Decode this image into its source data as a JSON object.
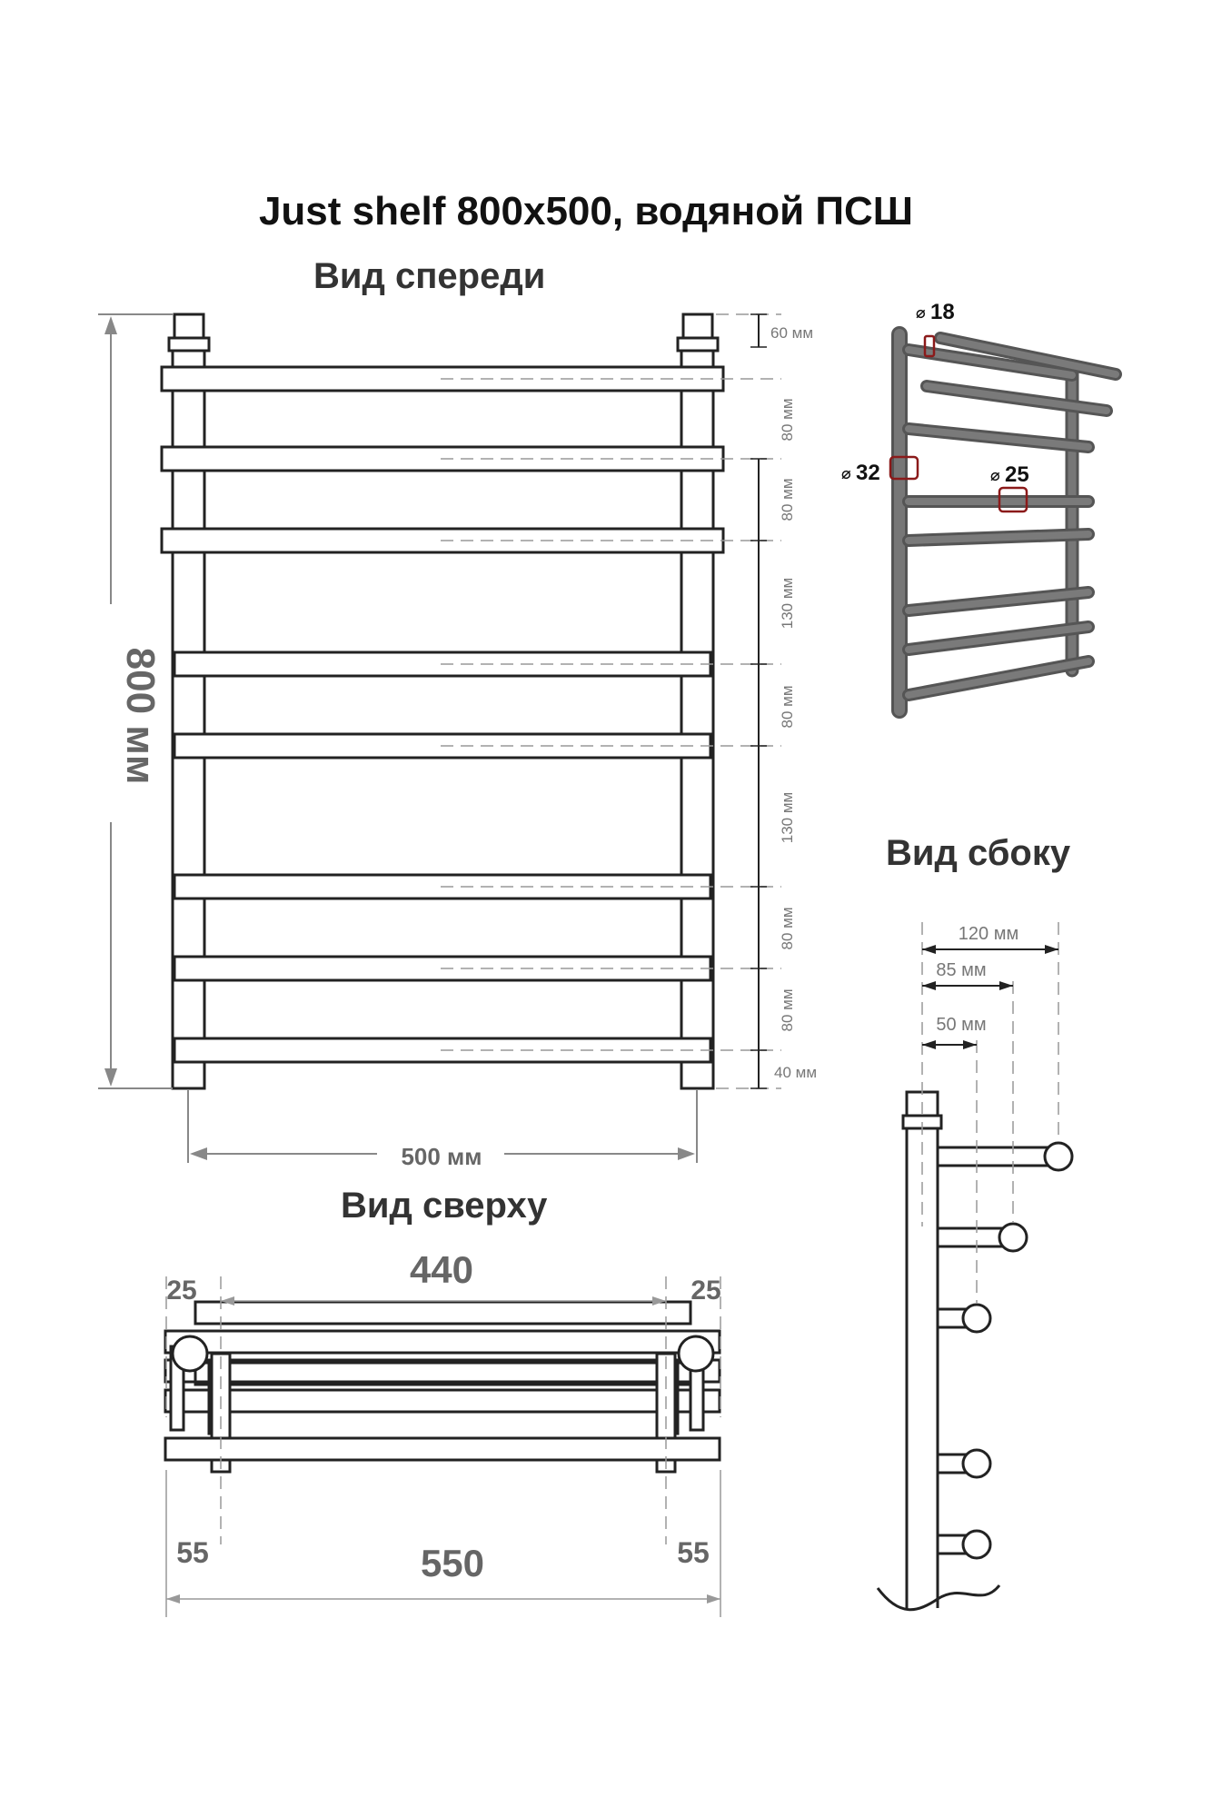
{
  "title": "Just shelf 800x500, водяной ПСШ",
  "views": {
    "front": "Вид спереди",
    "side": "Вид сбоку",
    "top": "Вид сверху"
  },
  "front_dims": {
    "height": "800 мм",
    "width": "500 мм",
    "top_gap": "60 мм",
    "gap1": "80 мм",
    "gap2": "80 мм",
    "gap3": "130 мм",
    "gap4": "80 мм",
    "gap5": "130 мм",
    "gap6": "80 мм",
    "gap7": "80 мм",
    "bottom_gap": "40 мм"
  },
  "iso_labels": {
    "d18": "18",
    "d32": "32",
    "d25": "25"
  },
  "side_dims": {
    "d120": "120 мм",
    "d85": "85 мм",
    "d50": "50 мм"
  },
  "top_dims": {
    "inner": "440",
    "left25": "25",
    "right25": "25",
    "left55": "55",
    "right55": "55",
    "total": "550"
  },
  "colors": {
    "line": "#222222",
    "dimension": "#777777",
    "rail_3d": "#6b6b6b",
    "highlight": "#8b1a1a"
  }
}
